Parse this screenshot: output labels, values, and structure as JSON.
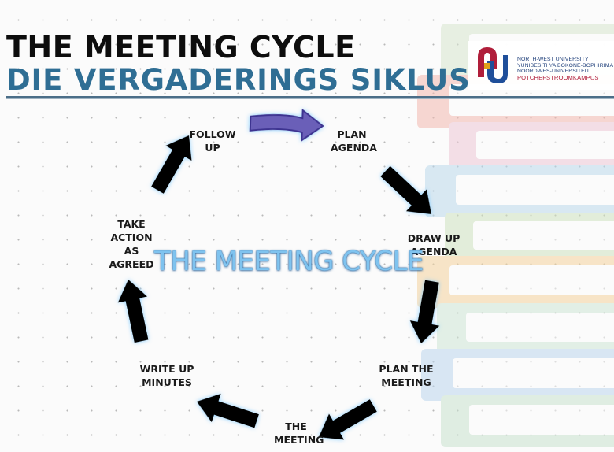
{
  "header": {
    "title": "THE MEETING CYCLE",
    "subtitle": "DIE VERGADERINGS SIKLUS"
  },
  "logo": {
    "lines": [
      "NORTH-WEST UNIVERSITY",
      "YUNIBESITI YA BOKONE-BOPHIRIMA",
      "NOORDWES-UNIVERSITEIT",
      "POTCHEFSTROOMKAMPUS"
    ]
  },
  "diagram": {
    "center_label": "THE MEETING CYCLE",
    "steps": [
      {
        "label": "PLAN\nAGENDA"
      },
      {
        "label": "DRAW UP\nAGENDA"
      },
      {
        "label": "PLAN THE\nMEETING"
      },
      {
        "label": "THE\nMEETING"
      },
      {
        "label": "WRITE UP\nMINUTES"
      },
      {
        "label": "TAKE\nACTION\nAS\nAGREED"
      },
      {
        "label": "FOLLOW\nUP"
      }
    ],
    "colors": {
      "arrow_fill": "#6a5fb8",
      "arrow_stroke": "#3d3390",
      "center_label": "#7fc3ef",
      "subtitle": "#2f6e94"
    }
  }
}
